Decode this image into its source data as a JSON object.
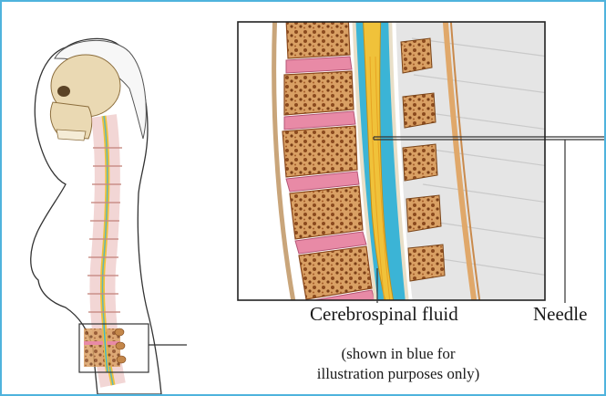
{
  "labels": {
    "cerebrospinal_fluid": "Cerebrospinal fluid",
    "needle": "Needle",
    "note_line1": "(shown in blue for",
    "note_line2": "illustration purposes only)"
  },
  "colors": {
    "frame_border": "#4fb3dd",
    "csf": "#3bb4d6",
    "spinal_cord": "#f0c23a",
    "vertebra": "#c98a4c",
    "disc": "#e88aa6",
    "skin": "#ffffff",
    "line": "#222222"
  }
}
